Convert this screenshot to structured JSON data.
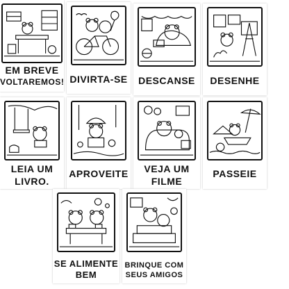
{
  "cards": [
    {
      "line1": "EM BREVE",
      "line2": "VOLTAREMOS!"
    },
    {
      "line1": "DIVIRTA-SE",
      "line2": ""
    },
    {
      "line1": "DESCANSE",
      "line2": ""
    },
    {
      "line1": "DESENHE",
      "line2": ""
    },
    {
      "line1": "LEIA UM",
      "line2": "LIVRO."
    },
    {
      "line1": "APROVEITE",
      "line2": ""
    },
    {
      "line1": "VEJA UM",
      "line2": "FILME"
    },
    {
      "line1": "PASSEIE",
      "line2": ""
    },
    {
      "line1": "SE ALIMENTE",
      "line2": "BEM"
    },
    {
      "line1": "BRINQUE COM",
      "line2": "SEUS AMIGOS"
    }
  ]
}
